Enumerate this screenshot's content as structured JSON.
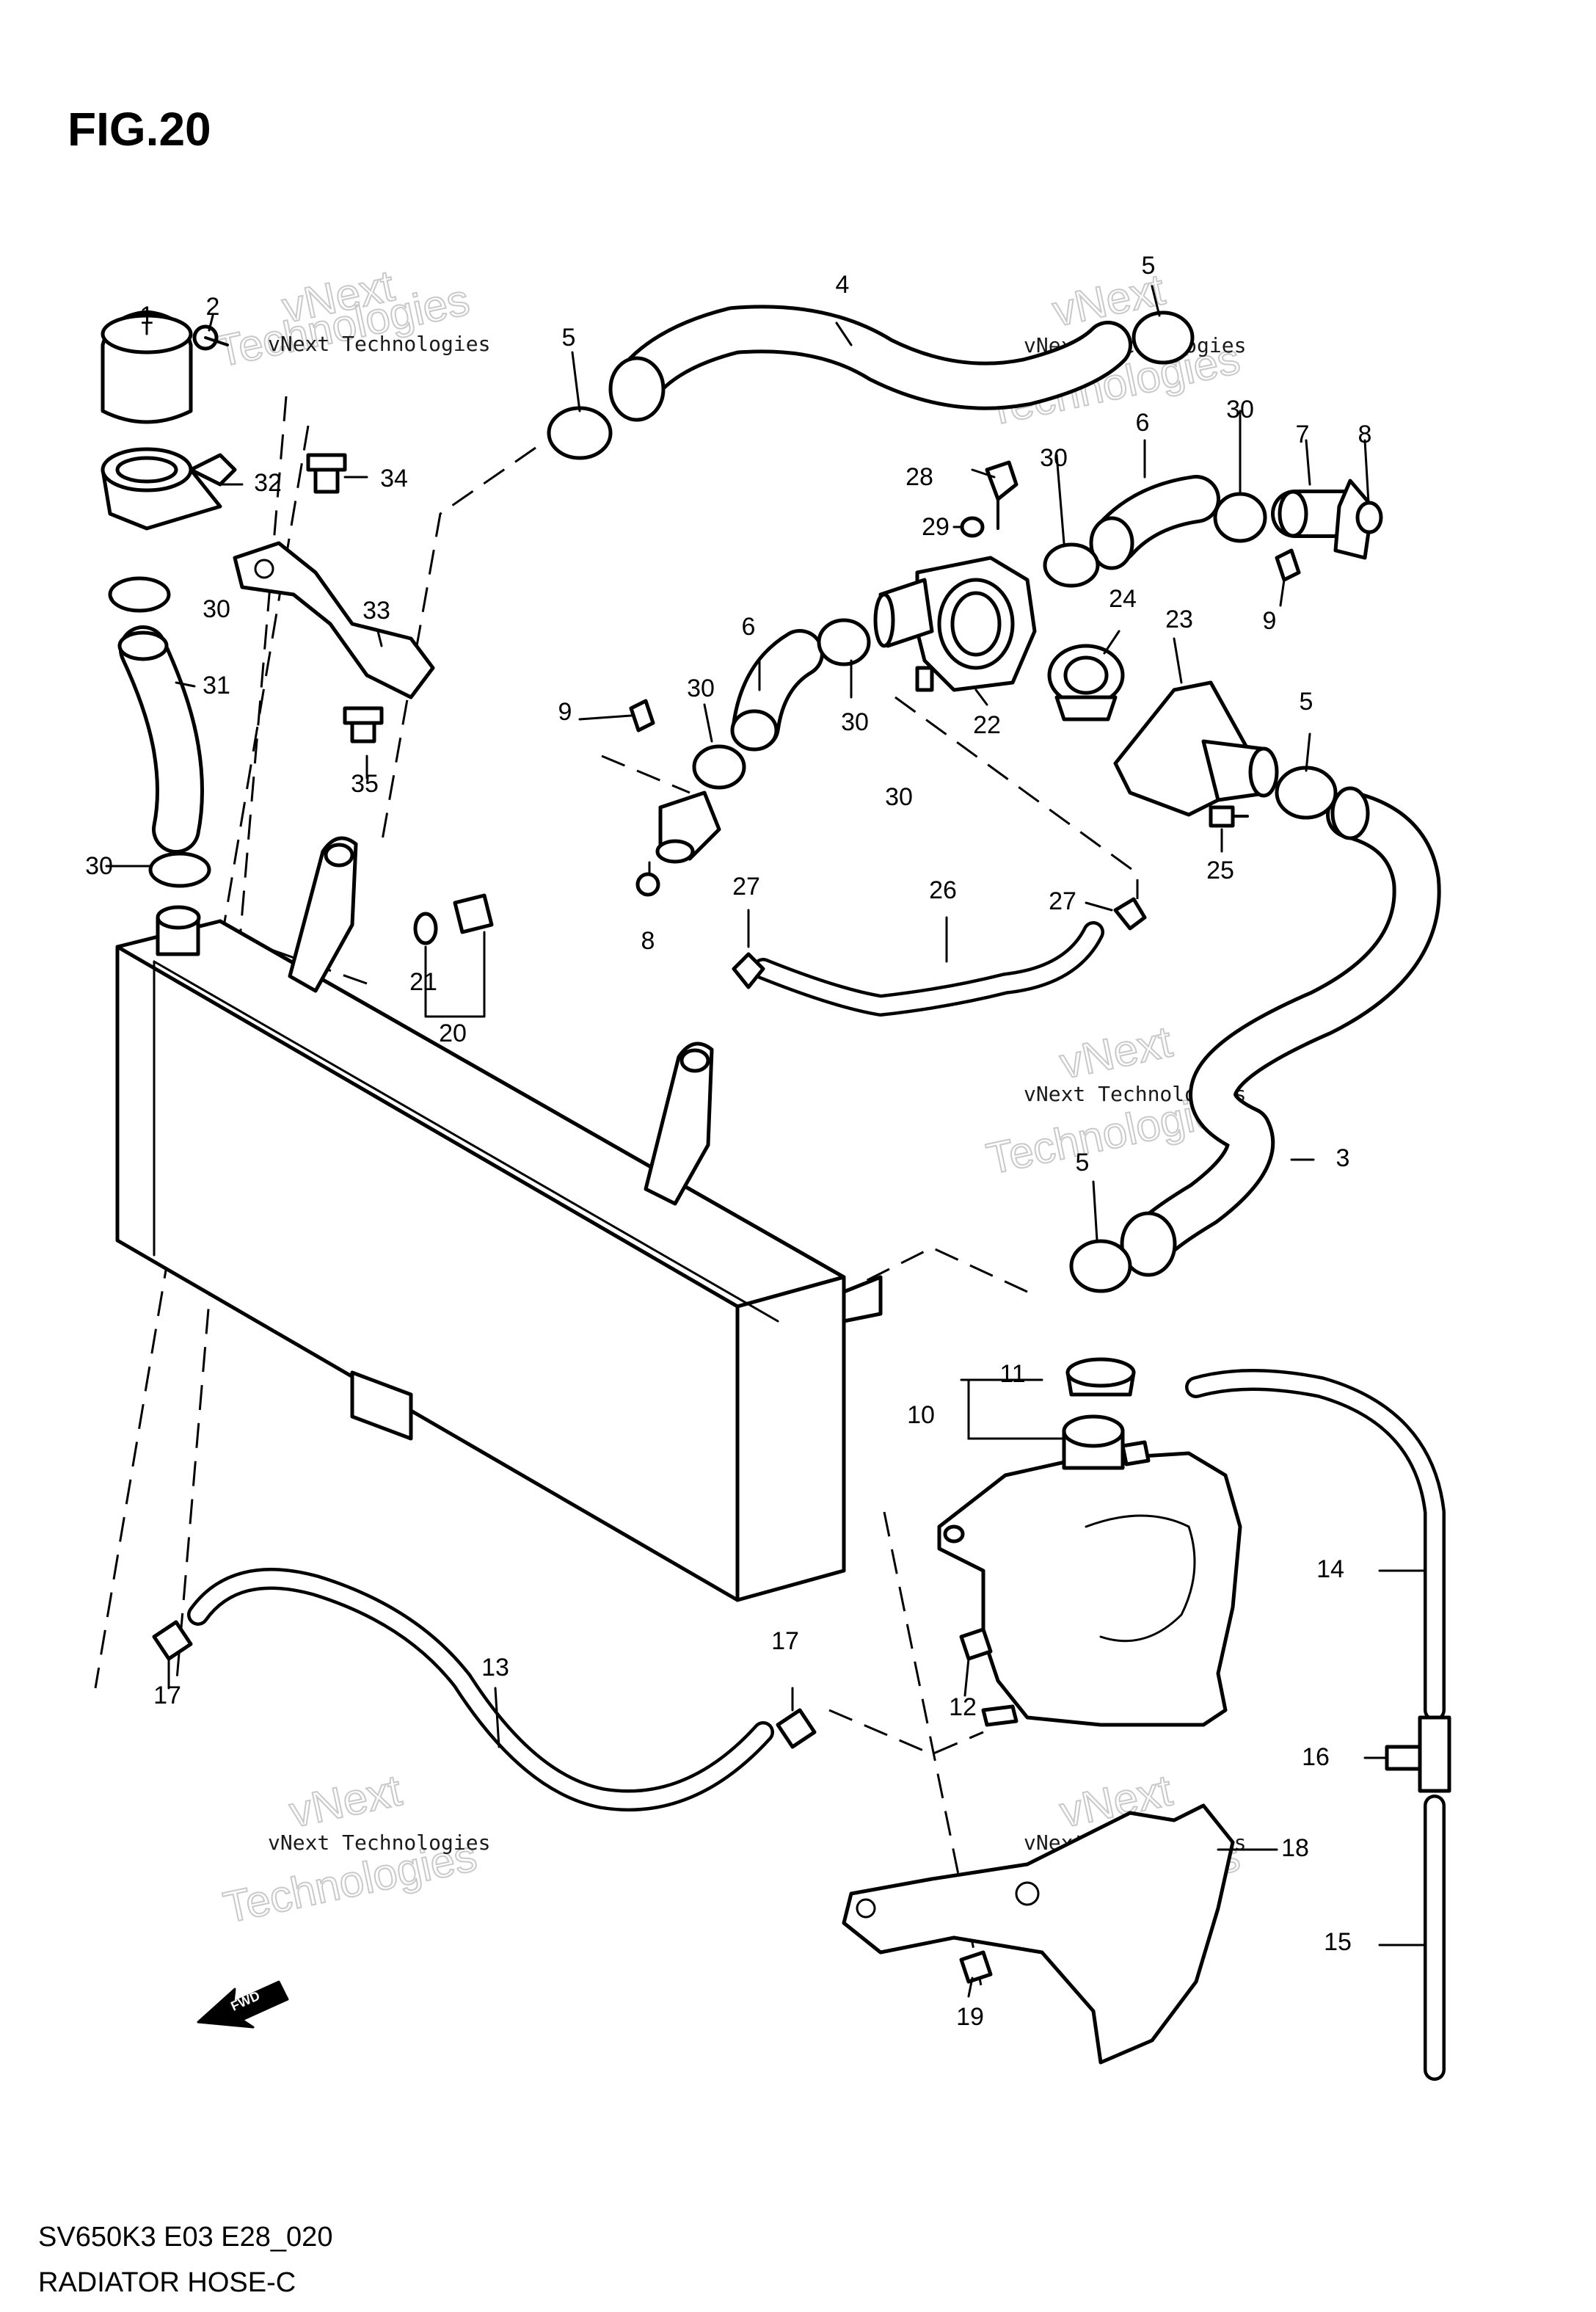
{
  "figure": {
    "title": "FIG.20",
    "model_code": "SV650K3 E03 E28_020",
    "section_name": "RADIATOR HOSE-C",
    "fwd_label": "FWD"
  },
  "watermark": {
    "line1": "vNext Technologies",
    "line2": "vNext",
    "line3": "Technologies"
  },
  "callouts": [
    "1",
    "2",
    "3",
    "4",
    "5",
    "5",
    "5",
    "5",
    "6",
    "6",
    "7",
    "8",
    "8",
    "9",
    "9",
    "10",
    "11",
    "12",
    "13",
    "14",
    "15",
    "16",
    "17",
    "17",
    "18",
    "19",
    "20",
    "21",
    "22",
    "23",
    "24",
    "25",
    "26",
    "27",
    "27",
    "28",
    "29",
    "30",
    "30",
    "30",
    "30",
    "30",
    "30",
    "30",
    "31",
    "32",
    "33",
    "34",
    "35"
  ]
}
